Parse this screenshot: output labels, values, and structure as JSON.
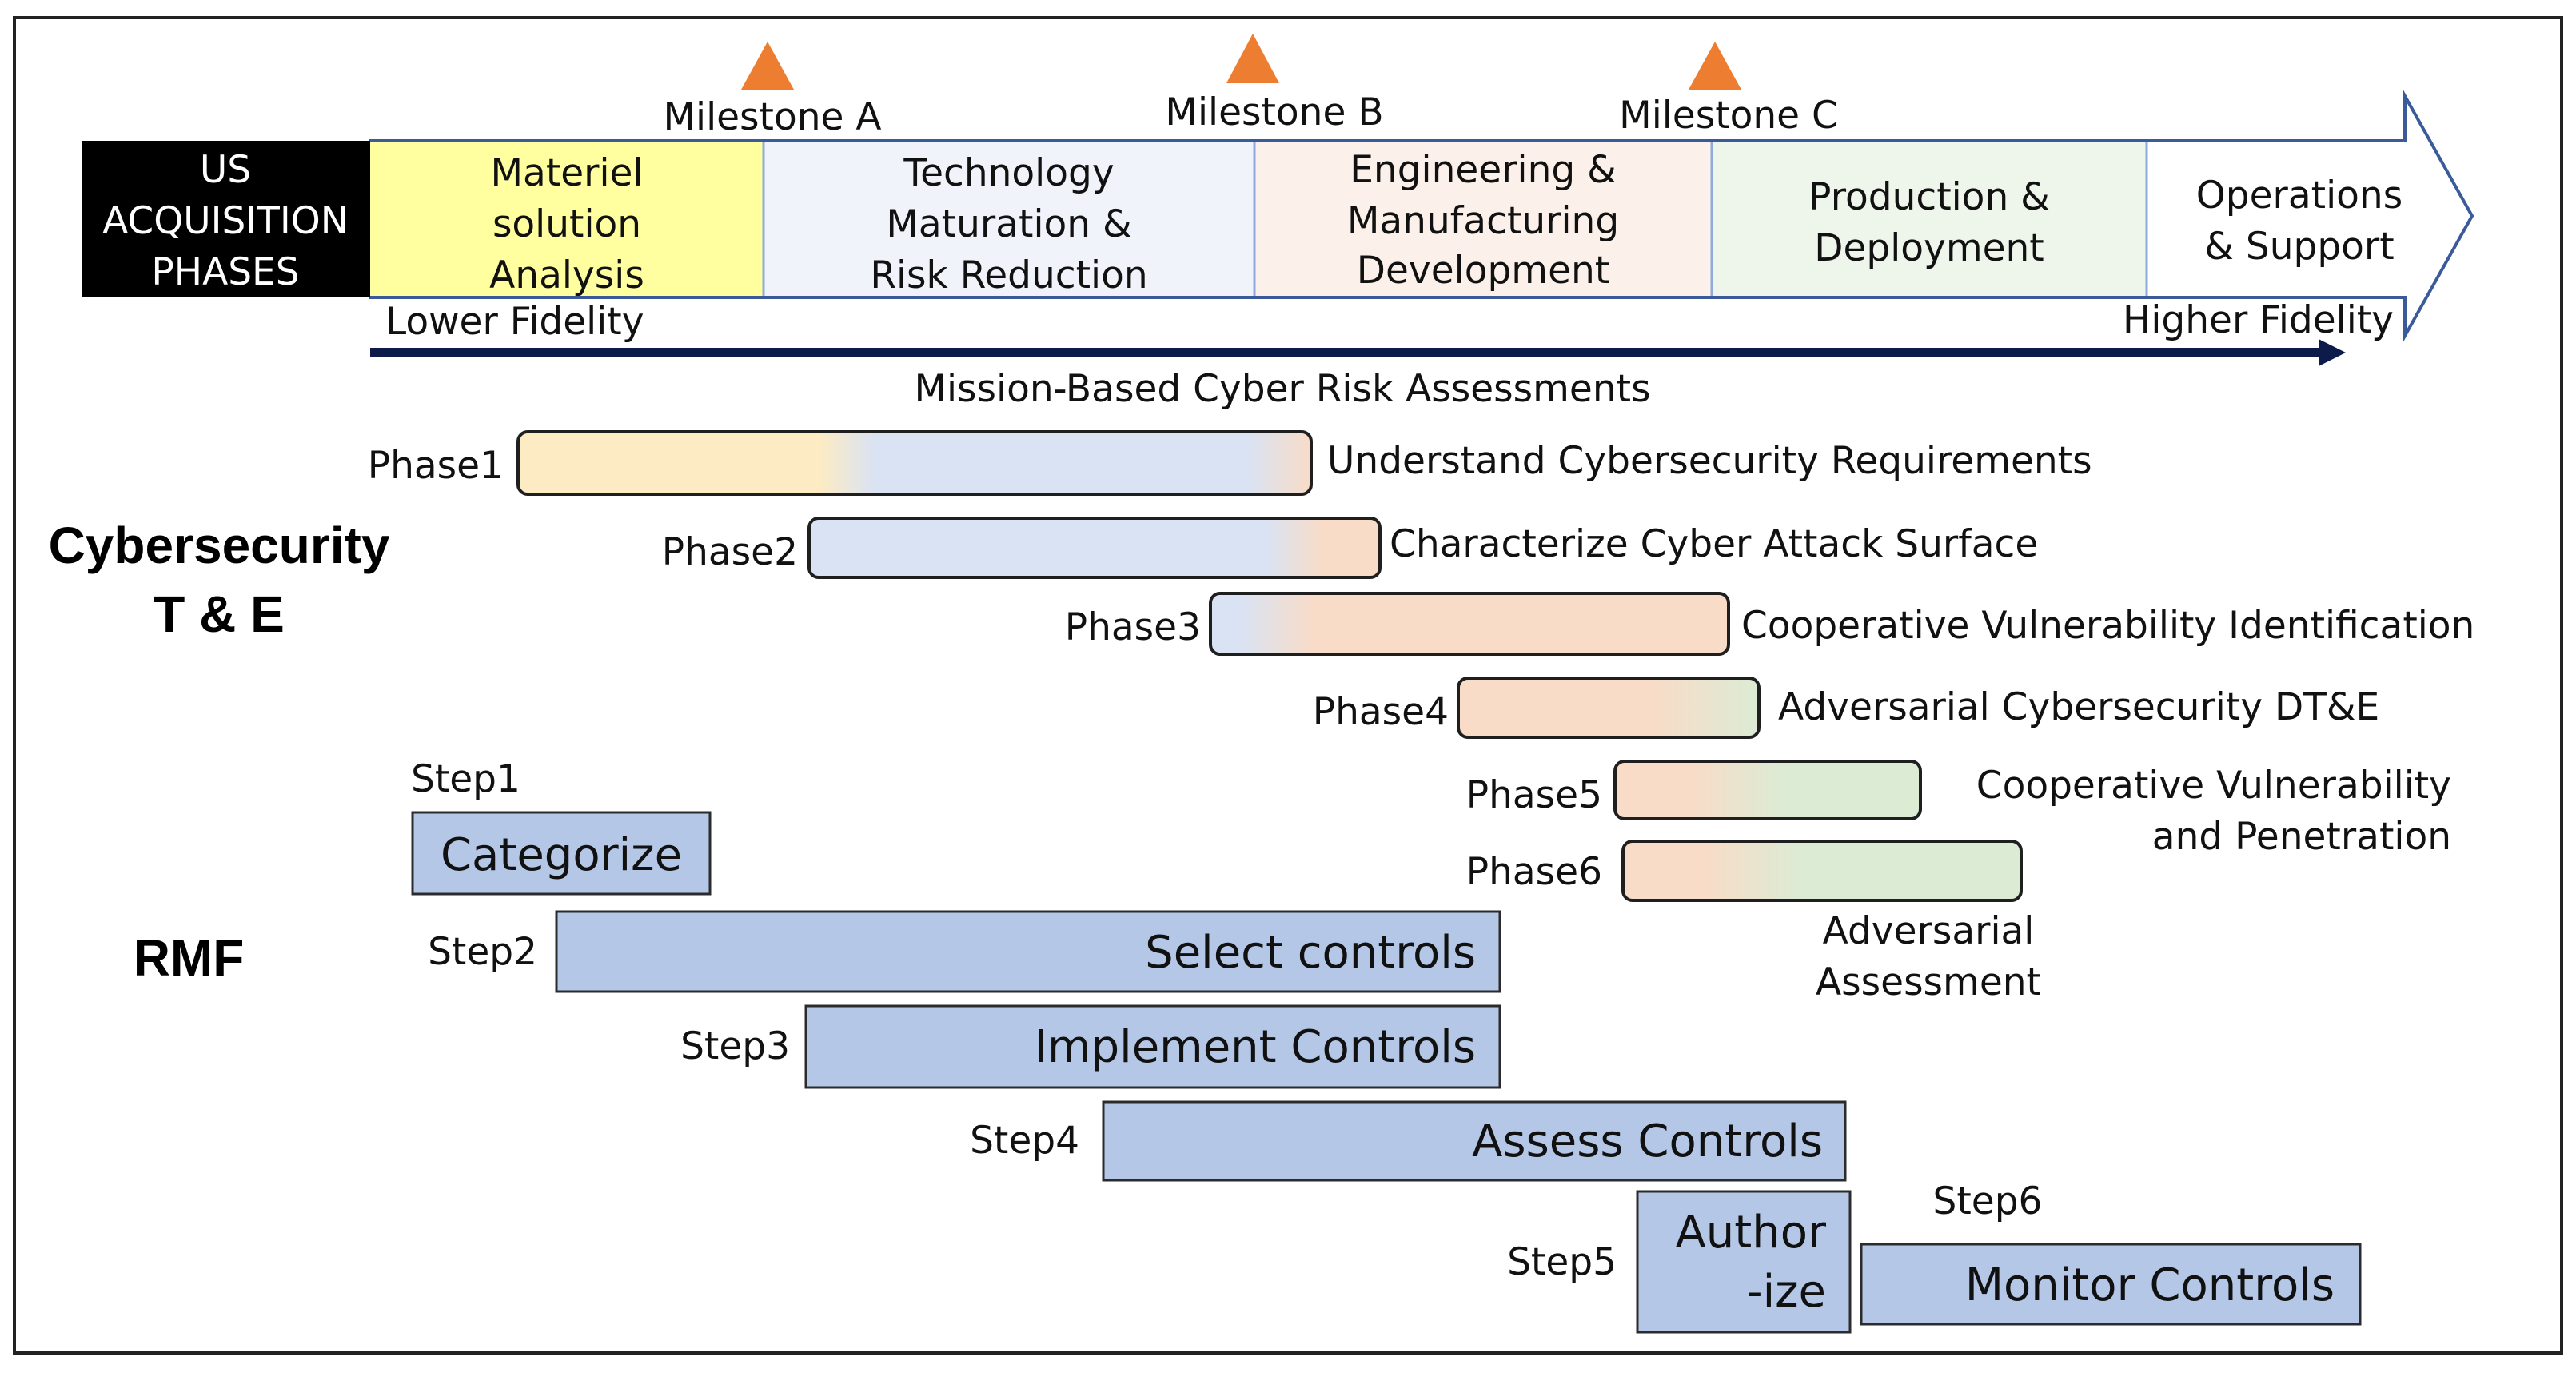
{
  "diagram": {
    "acquisition": {
      "header_lines": [
        "US",
        "ACQUISITION",
        "PHASES"
      ],
      "phases": [
        {
          "lines": [
            "Materiel",
            "solution",
            "Analysis"
          ],
          "color": "#ffff9f"
        },
        {
          "lines": [
            "Technology",
            "Maturation &",
            "Risk Reduction"
          ],
          "color": "#f0f4fa"
        },
        {
          "lines": [
            "Engineering &",
            "Manufacturing",
            "Development"
          ],
          "color": "#fcf0ea"
        },
        {
          "lines": [
            "Production &",
            "Deployment"
          ],
          "color": "#eef6ec"
        },
        {
          "lines": [
            "Operations",
            "& Support"
          ],
          "color": "#ffffff"
        }
      ],
      "milestones": [
        "Milestone A",
        "Milestone B",
        "Milestone C"
      ],
      "milestone_color": "#ed7d31",
      "fidelity_low": "Lower Fidelity",
      "fidelity_high": "Higher Fidelity",
      "assessment_label": "Mission-Based Cyber Risk Assessments"
    },
    "cyber_te": {
      "title_lines": [
        "Cybersecurity",
        "T & E"
      ],
      "phases": [
        {
          "label": "Phase1",
          "description": "Understand  Cybersecurity Requirements"
        },
        {
          "label": "Phase2",
          "description": "Characterize Cyber Attack Surface"
        },
        {
          "label": "Phase3",
          "description": "Cooperative Vulnerability Identification"
        },
        {
          "label": "Phase4",
          "description": "Adversarial Cybersecurity DT&E"
        },
        {
          "label": "Phase5",
          "description_lines": [
            "Cooperative Vulnerability",
            "and Penetration"
          ]
        },
        {
          "label": "Phase6",
          "description_lines": [
            "Adversarial",
            "Assessment"
          ]
        }
      ]
    },
    "rmf": {
      "title": "RMF",
      "steps": [
        {
          "label": "Step1",
          "text_lines": [
            "Categorize"
          ]
        },
        {
          "label": "Step2",
          "text_lines": [
            "Select controls"
          ]
        },
        {
          "label": "Step3",
          "text_lines": [
            "Implement Controls"
          ]
        },
        {
          "label": "Step4",
          "text_lines": [
            "Assess Controls"
          ]
        },
        {
          "label": "Step5",
          "text_lines": [
            "Author",
            "-ize"
          ]
        },
        {
          "label": "Step6",
          "text_lines": [
            "Monitor Controls"
          ]
        }
      ],
      "step_color": "#b4c7e7"
    },
    "colors": {
      "yellow": "#fdebc4",
      "blue": "#dae3f3",
      "orange": "#f8dcc8",
      "green": "#dcebd4",
      "border": "#1f1f1f",
      "arrow_navy": "#0d1b4a",
      "arrow_outline": "#3b5a9a"
    }
  }
}
